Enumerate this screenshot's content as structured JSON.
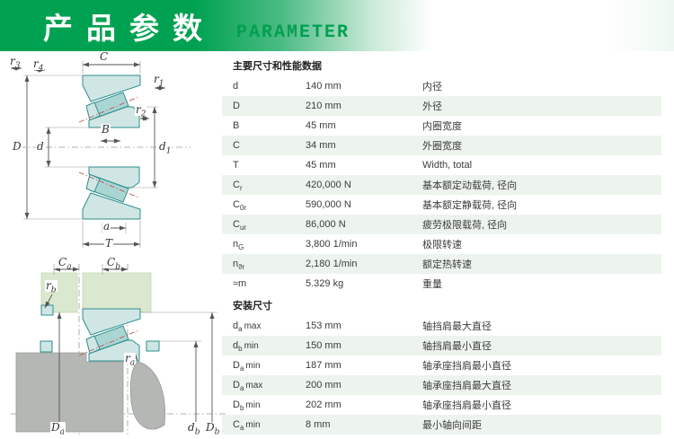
{
  "header": {
    "title_zh": "产品参数",
    "title_en": "PARAMETER"
  },
  "colors": {
    "header_green": "#00a251",
    "accent_teal": "#2e8e8e",
    "row_tint": "#edf3ed",
    "text": "#3c3c3c",
    "housing_green": "#d9e8cf",
    "shaft_gray": "#b4b7b3",
    "contact_line_red": "#c25555"
  },
  "table": {
    "section1": {
      "title": "主要尺寸和性能数据",
      "rows": [
        {
          "sym": {
            "base": "d",
            "sub": "",
            "suffix": ""
          },
          "value": "140 mm",
          "desc": "内径"
        },
        {
          "sym": {
            "base": "D",
            "sub": "",
            "suffix": ""
          },
          "value": "210 mm",
          "desc": "外径"
        },
        {
          "sym": {
            "base": "B",
            "sub": "",
            "suffix": ""
          },
          "value": "45 mm",
          "desc": "内圈宽度"
        },
        {
          "sym": {
            "base": "C",
            "sub": "",
            "suffix": ""
          },
          "value": "34 mm",
          "desc": "外圈宽度"
        },
        {
          "sym": {
            "base": "T",
            "sub": "",
            "suffix": ""
          },
          "value": "45 mm",
          "desc": "Width, total"
        },
        {
          "sym": {
            "base": "C",
            "sub": "r",
            "suffix": ""
          },
          "value": "420,000 N",
          "desc": "基本额定动载荷, 径向"
        },
        {
          "sym": {
            "base": "C",
            "sub": "0r",
            "suffix": ""
          },
          "value": "590,000 N",
          "desc": "基本额定静载荷, 径向"
        },
        {
          "sym": {
            "base": "C",
            "sub": "ur",
            "suffix": ""
          },
          "value": "86,000 N",
          "desc": "疲劳极限载荷, 径向"
        },
        {
          "sym": {
            "base": "n",
            "sub": "G",
            "suffix": ""
          },
          "value": "3,800 1/min",
          "desc": "极限转速"
        },
        {
          "sym": {
            "base": "n",
            "sub": "ϑr",
            "suffix": ""
          },
          "value": "2,180 1/min",
          "desc": "额定热转速"
        },
        {
          "sym": {
            "base": "≈m",
            "sub": "",
            "suffix": ""
          },
          "value": "5.329 kg",
          "desc": "重量"
        }
      ]
    },
    "section2": {
      "title": "安装尺寸",
      "rows": [
        {
          "sym": {
            "base": "d",
            "sub": "a",
            "suffix": "max"
          },
          "value": "153 mm",
          "desc": "轴挡肩最大直径"
        },
        {
          "sym": {
            "base": "d",
            "sub": "b",
            "suffix": "min"
          },
          "value": "150 mm",
          "desc": "轴挡肩最小直径"
        },
        {
          "sym": {
            "base": "D",
            "sub": "a",
            "suffix": "min"
          },
          "value": "187 mm",
          "desc": "轴承座挡肩最小直径"
        },
        {
          "sym": {
            "base": "D",
            "sub": "a",
            "suffix": "max"
          },
          "value": "200 mm",
          "desc": "轴承座挡肩最大直径"
        },
        {
          "sym": {
            "base": "D",
            "sub": "b",
            "suffix": "min"
          },
          "value": "202 mm",
          "desc": "轴承座挡肩最小直径"
        },
        {
          "sym": {
            "base": "C",
            "sub": "a",
            "suffix": "min"
          },
          "value": "8 mm",
          "desc": "最小轴向间距"
        }
      ]
    }
  },
  "drawing1": {
    "labels": {
      "C": {
        "base": "C",
        "sub": ""
      },
      "r3": {
        "base": "r",
        "sub": "3"
      },
      "r4": {
        "base": "r",
        "sub": "4"
      },
      "r1": {
        "base": "r",
        "sub": "1"
      },
      "r2": {
        "base": "r",
        "sub": "2"
      },
      "D": {
        "base": "D",
        "sub": ""
      },
      "d": {
        "base": "d",
        "sub": ""
      },
      "d1": {
        "base": "d",
        "sub": "1"
      },
      "B": {
        "base": "B",
        "sub": ""
      },
      "a": {
        "base": "a",
        "sub": ""
      },
      "T": {
        "base": "T",
        "sub": ""
      }
    }
  },
  "drawing2": {
    "labels": {
      "Ca": {
        "base": "C",
        "sub": "a"
      },
      "Cb": {
        "base": "C",
        "sub": "b"
      },
      "rb": {
        "base": "r",
        "sub": "b"
      },
      "ra": {
        "base": "r",
        "sub": "a"
      },
      "Da": {
        "base": "D",
        "sub": "a"
      },
      "db": {
        "base": "d",
        "sub": "b"
      },
      "Db": {
        "base": "D",
        "sub": "b"
      }
    }
  }
}
